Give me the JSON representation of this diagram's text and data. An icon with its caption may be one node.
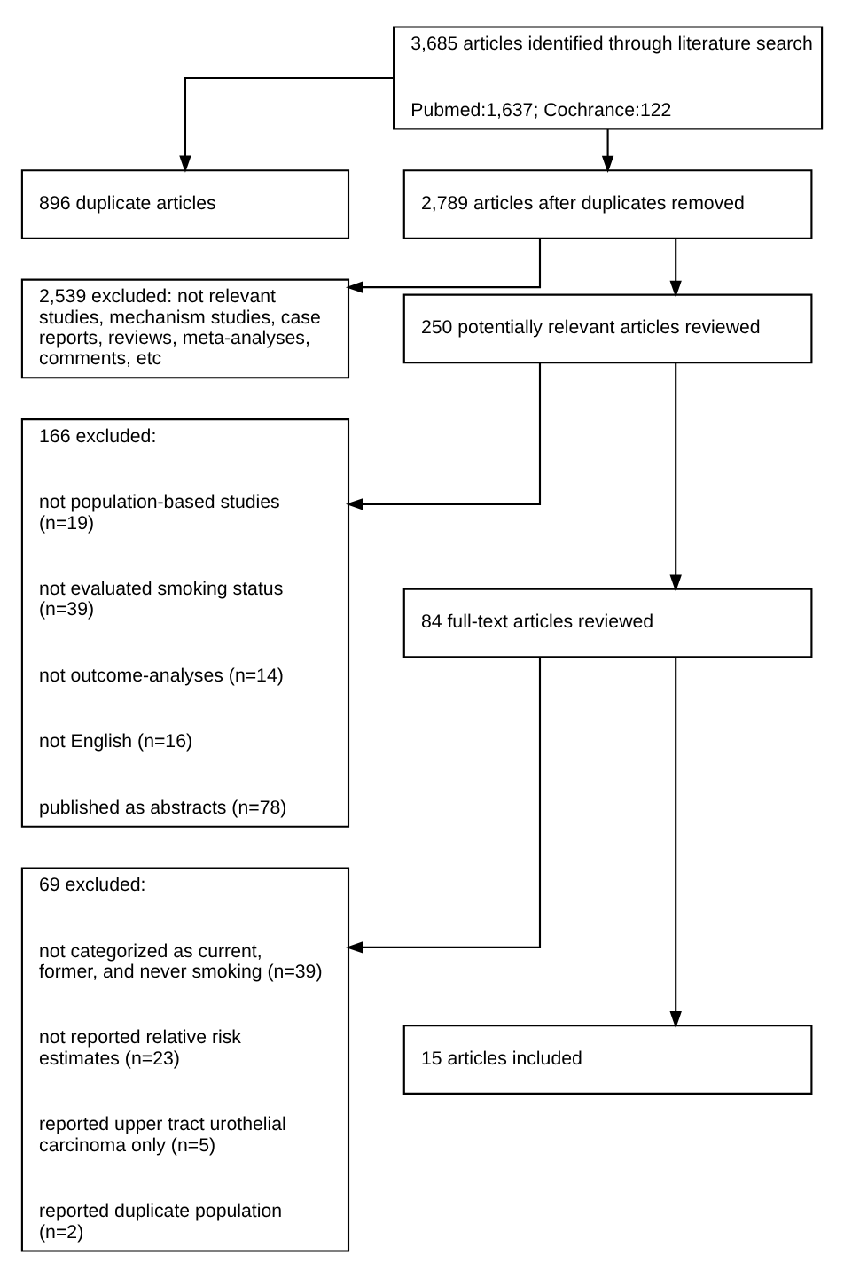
{
  "diagram": {
    "nodes": [
      {
        "text": [
          "3,685 articles identified through literature search",
          "Pubmed:1,637; Cochrance:122"
        ]
      },
      {
        "text": [
          "896 duplicate articles"
        ]
      },
      {
        "text": [
          "2,789 articles after duplicates removed"
        ]
      },
      {
        "text": [
          "2,539 excluded: not relevant studies, mechanism studies, case reports, reviews, meta-analyses, comments, etc"
        ]
      },
      {
        "text": [
          "250 potentially relevant articles reviewed"
        ]
      },
      {
        "text": [
          "166 excluded:",
          "not population-based studies (n=19)",
          "not evaluated smoking status (n=39)",
          "not outcome-analyses (n=14)",
          "not English (n=16)",
          "published as abstracts (n=78)"
        ]
      },
      {
        "text": [
          "84 full-text articles reviewed"
        ]
      },
      {
        "text": [
          "69 excluded:",
          "not categorized as current, former, and never smoking (n=39)",
          "not reported relative risk estimates (n=23)",
          "reported upper tract urothelial carcinoma only (n=5)",
          "reported duplicate population (n=2)"
        ]
      },
      {
        "text": [
          "15 articles included"
        ]
      }
    ],
    "edges": [
      {
        "from": 0,
        "to": 2,
        "arrow": "to"
      },
      {
        "from": 0,
        "to": 1,
        "arrow": "to"
      },
      {
        "from": 2,
        "to": 4,
        "arrow": "to"
      },
      {
        "from": 2,
        "to": 3,
        "arrow": "to"
      },
      {
        "from": 4,
        "to": 6,
        "arrow": "to"
      },
      {
        "from": 4,
        "to": 5,
        "arrow": "to"
      },
      {
        "from": 6,
        "to": 8,
        "arrow": "to"
      },
      {
        "from": 6,
        "to": 7,
        "arrow": "to"
      }
    ]
  }
}
